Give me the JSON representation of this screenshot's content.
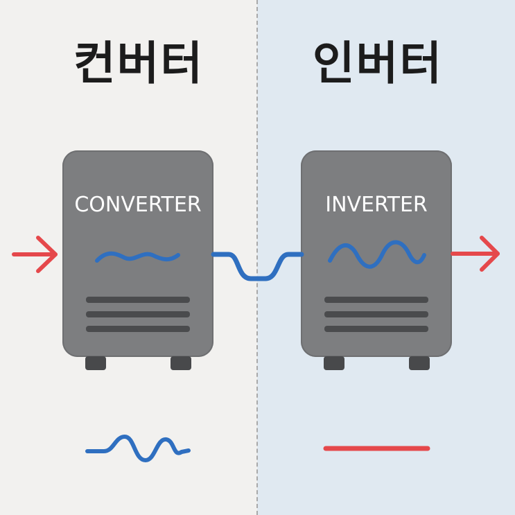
{
  "colors": {
    "left_background": "#f2f1ef",
    "right_background": "#e0e9f1",
    "device_body": "#7d7e80",
    "device_border": "#6e6f71",
    "vent": "#4a4b4d",
    "foot": "#48494b",
    "device_label": "#ffffff",
    "heading": "#1c1c1c",
    "input_arrow": "#e5484b",
    "output_arrow": "#e5484b",
    "ac_wave": "#2f6fc0",
    "dc_line": "#e5484b"
  },
  "headings": {
    "converter": "컨버터",
    "inverter": "인버터"
  },
  "devices": {
    "converter": {
      "label": "CONVERTER",
      "icon": "ac-wave-icon"
    },
    "inverter": {
      "label": "INVERTER",
      "icon": "ac-wave-icon"
    }
  },
  "symbols": {
    "converter_symbol": "ac-wave-icon",
    "inverter_symbol": "dc-line-icon"
  }
}
